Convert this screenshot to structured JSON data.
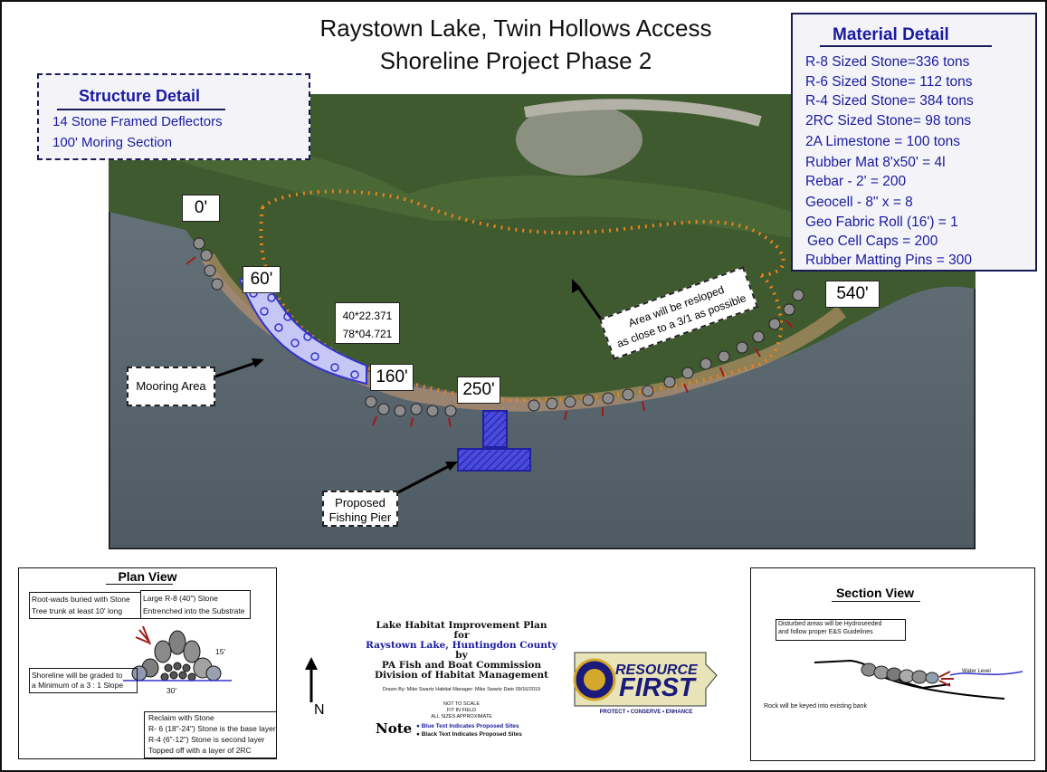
{
  "title": {
    "line1": "Raystown Lake,  Twin Hollows Access",
    "line2": "Shoreline Project Phase 2"
  },
  "structure_detail": {
    "heading": "Structure Detail",
    "items": [
      "14 Stone Framed Deflectors",
      "100' Moring Section"
    ]
  },
  "material_detail": {
    "heading": "Material Detail",
    "items": [
      "R-8 Sized Stone=336  tons",
      "R-6 Sized Stone= 112 tons",
      "R-4 Sized Stone= 384 tons",
      "2RC Sized Stone= 98 tons",
      "2A Limestone = 100 tons",
      "Rubber Mat 8'x50' = 4l",
      "Rebar - 2' = 200",
      "Geocell - 8\" x = 8",
      "Geo Fabric Roll (16') = 1",
      "Geo Cell Caps = 200",
      "Rubber Matting Pins = 300"
    ]
  },
  "map": {
    "stations": {
      "s0": "0'",
      "s60": "60'",
      "s160": "160'",
      "s250": "250'",
      "s540": "540'"
    },
    "coords": {
      "lat": "40*22.371",
      "lon": "78*04.721"
    },
    "reslope_note": {
      "line1": "Area will be resloped",
      "line2": "as close to a 3/1 as possible"
    },
    "mooring_label": "Mooring Area",
    "pier_label": {
      "line1": "Proposed",
      "line2": "Fishing Pier"
    }
  },
  "plan_view": {
    "heading": "Plan View",
    "rootwads": {
      "line1": "Root-wads buried with Stone",
      "line2": "Tree trunk at least 10' long"
    },
    "large_stone": {
      "line1": "Large R-8 (40\") Stone",
      "line2": "Entrenched into the Substrate"
    },
    "dim_height": "15'",
    "dim_width": "30'",
    "shoreline": {
      "line1": "Shoreline will be graded to",
      "line2": "a Minimum of a 3 : 1 Slope"
    },
    "reclaim": {
      "line1": "Reclaim with Stone",
      "line2": "R- 6 (18\"-24\") Stone is the base layer",
      "line3": "R-4 (6\"-12\") Stone is second layer",
      "line4": "Topped off with a layer of 2RC"
    }
  },
  "north_label": "N",
  "center_info": {
    "line1": "Lake Habitat Improvement Plan",
    "line2": "for",
    "line3": "Raystown Lake, Huntingdon County",
    "line4": "by",
    "line5": "PA Fish and Boat Commission",
    "line6": "Division of Habitat Management",
    "drawn_by": "Drawn By: Mike Swartz    Habitat Manager: Mike Swartz  Date 09/16/2019",
    "scale1": "NOT TO SCALE",
    "scale2": "FIT IN FIELD",
    "scale3": "ALL SIZES APPROXIMATE",
    "note_word": "Note",
    "note1": "Blue Text Indicates Proposed Sites",
    "note2": "Black Text Indicates Proposed Sites"
  },
  "logo": {
    "word1": "RESOURCE",
    "word2": "FIRST",
    "tagline": "PROTECT • CONSERVE • ENHANCE"
  },
  "section_view": {
    "heading": "Section View",
    "disturbed": {
      "line1": "Disturbed areas will be Hydroseeded",
      "line2": "and follow proper E&S Guidelines"
    },
    "water_level": "Water Level",
    "keyed": "Rock will be keyed into existing bank"
  },
  "colors": {
    "accent_blue": "#1a1aa0",
    "pier_blue": "#3333cc",
    "reslope_orange": "#e8841c",
    "water": "#5e6a72"
  }
}
